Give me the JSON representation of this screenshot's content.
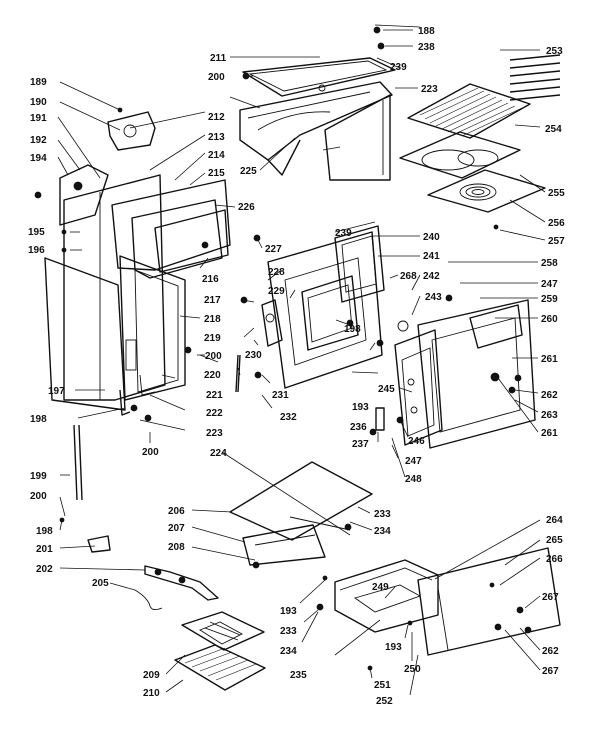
{
  "callouts": [
    "188",
    "238",
    "239",
    "253",
    "211",
    "200",
    "223",
    "254",
    "189",
    "190",
    "191",
    "192",
    "194",
    "212",
    "213",
    "214",
    "215",
    "225",
    "255",
    "256",
    "226",
    "257",
    "195",
    "196",
    "227",
    "239",
    "240",
    "241",
    "258",
    "268",
    "242",
    "247",
    "228",
    "229",
    "243",
    "259",
    "217",
    "260",
    "218",
    "219",
    "198",
    "216",
    "230",
    "261",
    "220",
    "200",
    "245",
    "262",
    "263",
    "197",
    "221",
    "231",
    "193",
    "232",
    "236",
    "261",
    "198",
    "222",
    "223",
    "246",
    "237",
    "247",
    "248",
    "224",
    "199",
    "200",
    "200",
    "206",
    "233",
    "234",
    "207",
    "208",
    "264",
    "265",
    "266",
    "198",
    "201",
    "202",
    "205",
    "249",
    "267",
    "193",
    "233",
    "234",
    "193",
    "262",
    "250",
    "267",
    "209",
    "235",
    "210",
    "251",
    "252"
  ],
  "colors": {
    "ink": "#111111",
    "paper": "#ffffff"
  }
}
